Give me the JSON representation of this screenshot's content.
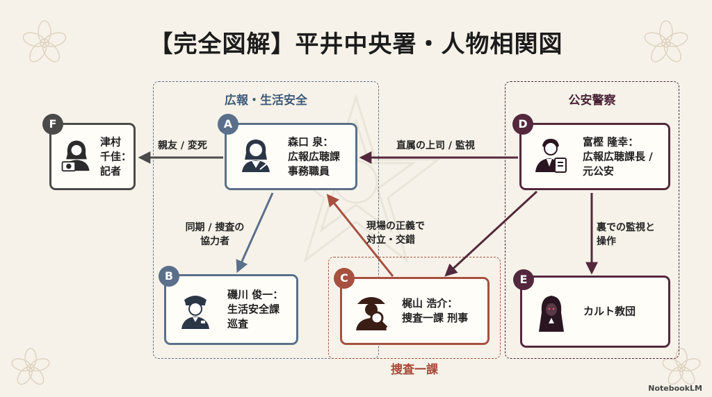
{
  "title": "【完全図解】平井中央署・人物相関図",
  "groups": {
    "koho": "広報・生活安全",
    "koan": "公安警察",
    "sosa": "捜査一課"
  },
  "nodes": {
    "a": {
      "badge": "A",
      "line1": "森口 泉：",
      "line2": "広報広聴課",
      "line3": "事務職員",
      "icon": "woman-office-icon",
      "color": "#5a6f8a"
    },
    "b": {
      "badge": "B",
      "line1": "磯川 俊一：",
      "line2": "生活安全課",
      "line3": "巡査",
      "icon": "police-officer-icon",
      "color": "#5a6f8a"
    },
    "c": {
      "badge": "C",
      "line1": "梶山 浩介：",
      "line2": "捜査一課 刑事",
      "icon": "detective-icon",
      "color": "#a65040"
    },
    "d": {
      "badge": "D",
      "line1": "富樫 隆幸：",
      "line2": "広報広聴課長 /",
      "line3": "元公安",
      "icon": "official-man-icon",
      "color": "#53283c"
    },
    "e": {
      "badge": "E",
      "line1": "カルト教団",
      "icon": "hooded-figure-icon",
      "color": "#53283c"
    },
    "f": {
      "badge": "F",
      "line1": "津村",
      "line2": "千佳：",
      "line3": "記者",
      "icon": "reporter-camera-icon",
      "color": "#4a4a4a"
    }
  },
  "edges": {
    "a_f": "親友 / 変死",
    "d_a": "直属の上司 / 監視",
    "a_b_1": "同期 / 捜査の",
    "a_b_2": "協力者",
    "c_a_1": "現場の正義で",
    "c_a_2": "対立・交錯",
    "d_e_1": "裏での監視と",
    "d_e_2": "操作"
  },
  "brand": "NotebookLM",
  "colors": {
    "background": "#f6f2e9",
    "koho": "#5a6f8a",
    "sosa": "#a65040",
    "koan": "#53283c",
    "neutral": "#4a4a4a"
  }
}
